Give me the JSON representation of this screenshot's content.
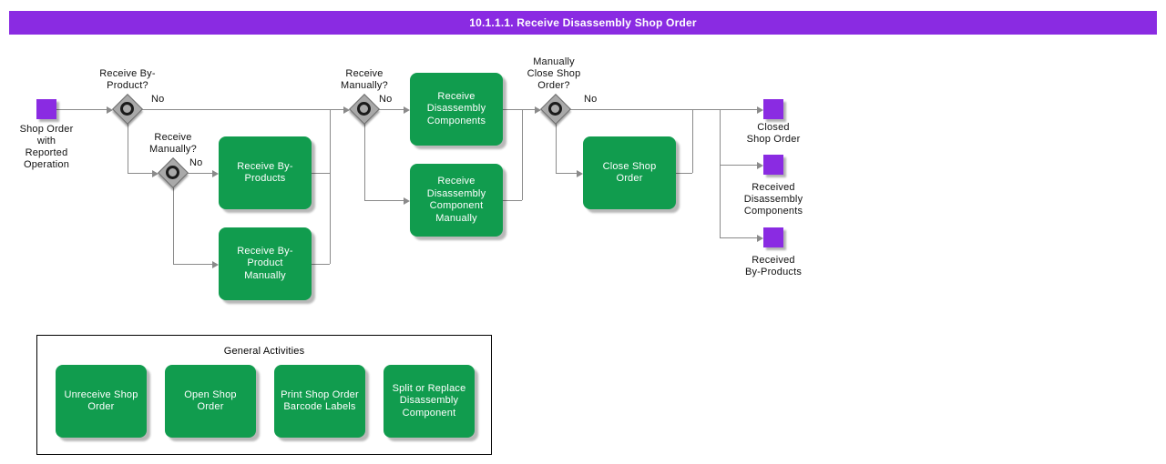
{
  "title_bar": {
    "text": "10.1.1.1. Receive Disassembly Shop Order"
  },
  "colors": {
    "event_purple": "#8A2BE2",
    "task_green": "#119C4E",
    "connector_gray": "#8a8a8a"
  },
  "flow": {
    "start_event": {
      "label": "Shop Order\nwith\nReported\nOperation"
    },
    "decisions": [
      {
        "label": "Receive By-\nProduct?",
        "branch_label": "No"
      },
      {
        "label": "Receive\nManually?",
        "branch_label": "No"
      },
      {
        "label": "Receive\nManually?",
        "branch_label": "No"
      },
      {
        "label": "Manually\nClose Shop\nOrder?",
        "branch_label": "No"
      }
    ],
    "tasks": [
      {
        "label": "Receive By-\nProducts"
      },
      {
        "label": "Receive By-\nProduct\nManually"
      },
      {
        "label": "Receive\nDisassembly\nComponents"
      },
      {
        "label": "Receive\nDisassembly\nComponent\nManually"
      },
      {
        "label": "Close Shop\nOrder"
      }
    ],
    "end_events": [
      {
        "label": "Closed\nShop Order"
      },
      {
        "label": "Received\nDisassembly\nComponents"
      },
      {
        "label": "Received\nBy-Products"
      }
    ]
  },
  "general_activities": {
    "title": "General Activities",
    "items": [
      {
        "label": "Unreceive Shop\nOrder"
      },
      {
        "label": "Open Shop\nOrder"
      },
      {
        "label": "Print Shop Order\nBarcode Labels"
      },
      {
        "label": "Split or Replace\nDisassembly\nComponent"
      }
    ]
  }
}
